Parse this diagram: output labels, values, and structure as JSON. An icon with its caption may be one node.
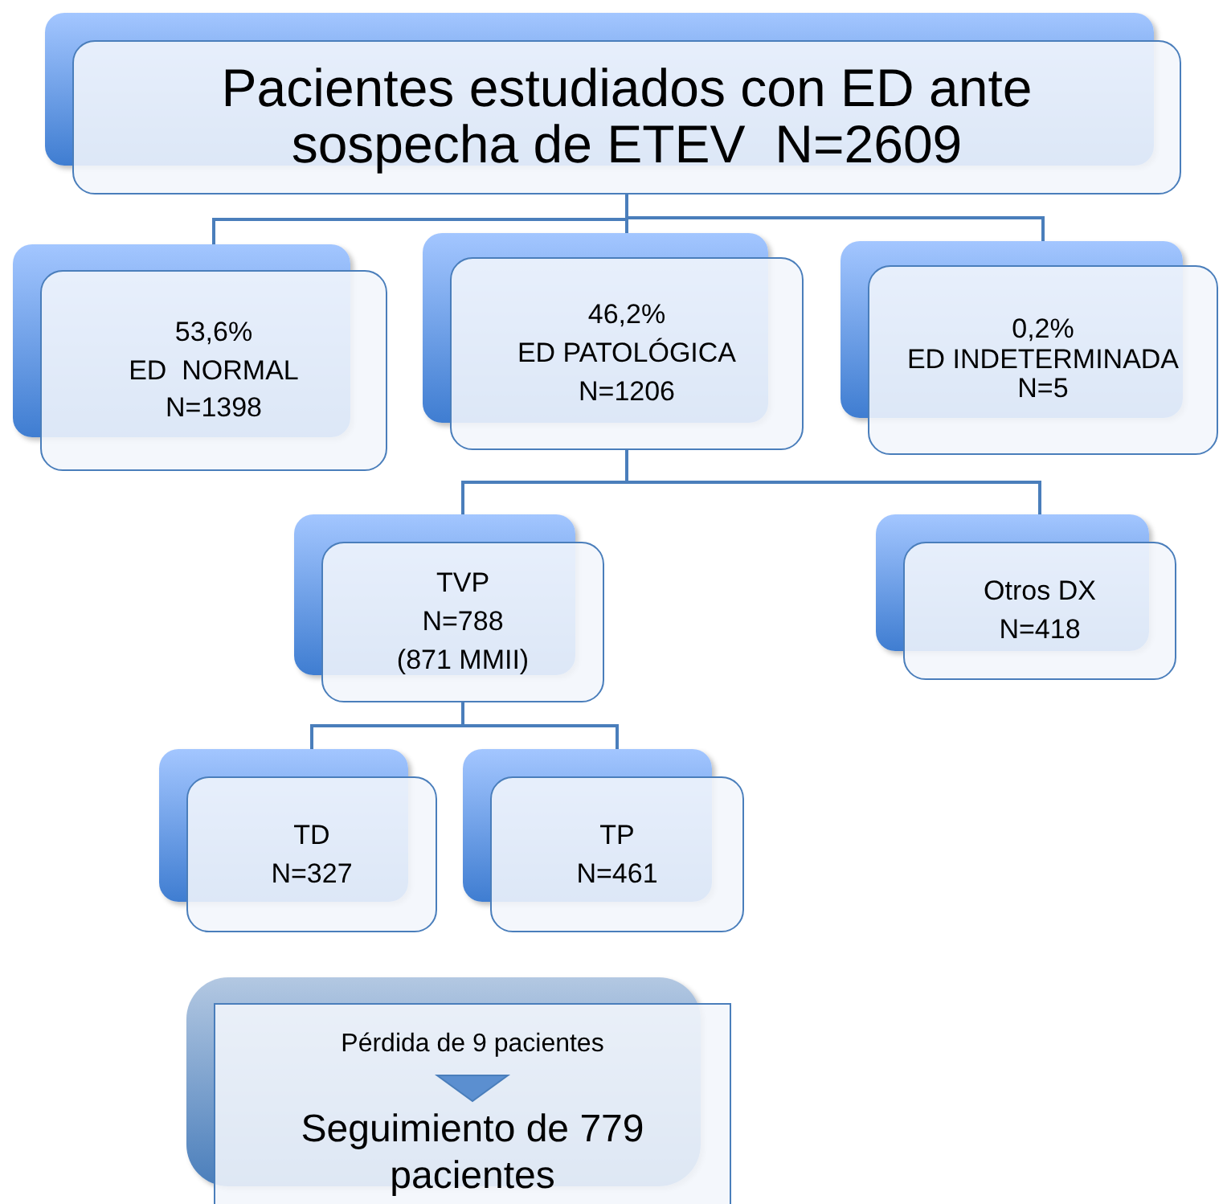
{
  "diagram": {
    "nodes": [
      {
        "text": [
          "Pacientes estudiados con ED ante sospecha de ETEV  N=2609"
        ]
      },
      {
        "text": [
          "53,6%",
          "ED  NORMAL",
          "N=1398"
        ]
      },
      {
        "text": [
          "46,2%",
          "ED PATOLÓGICA",
          "N=1206"
        ]
      },
      {
        "text": [
          "0,2%",
          "ED INDETERMINADA",
          "N=5"
        ]
      },
      {
        "text": [
          "TVP",
          "N=788",
          "(871 MMII)"
        ]
      },
      {
        "text": [
          "Otros DX",
          "N=418"
        ]
      },
      {
        "text": [
          "TD",
          "N=327"
        ]
      },
      {
        "text": [
          "TP",
          "N=461"
        ]
      },
      {
        "text": [
          "Pérdida de 9 pacientes",
          "Seguimiento de 779 pacientes"
        ]
      }
    ],
    "edges": [
      {
        "from": 0,
        "to": 1,
        "arrow": "none"
      },
      {
        "from": 0,
        "to": 2,
        "arrow": "none"
      },
      {
        "from": 0,
        "to": 3,
        "arrow": "none"
      },
      {
        "from": 2,
        "to": 4,
        "arrow": "none"
      },
      {
        "from": 2,
        "to": 5,
        "arrow": "none"
      },
      {
        "from": 4,
        "to": 6,
        "arrow": "none"
      },
      {
        "from": 4,
        "to": 7,
        "arrow": "none"
      }
    ]
  }
}
